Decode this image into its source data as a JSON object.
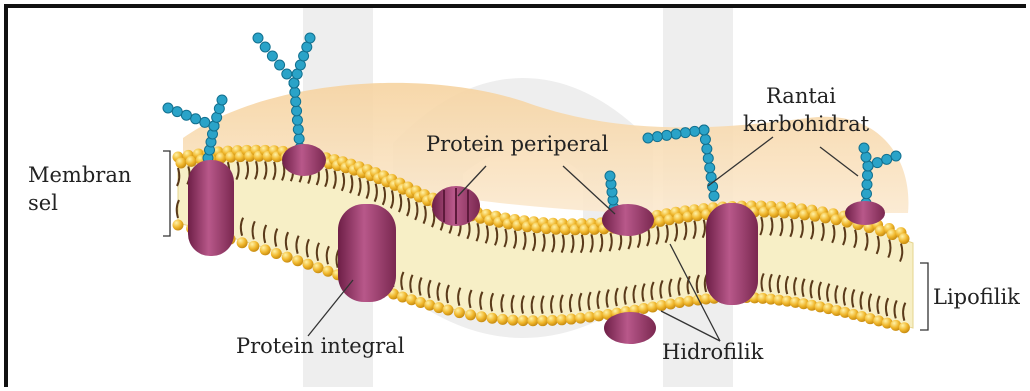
{
  "labels": {
    "membran_line1": "Membran",
    "membran_line2": "sel",
    "rantai_line1": "Rantai",
    "rantai_line2": "karbohidrat",
    "protein_periperal": "Protein periperal",
    "protein_integral": "Protein integral",
    "hidrofilik": "Hidrofilik",
    "lipofilik": "Lipofilik"
  },
  "colors": {
    "head": "#f0b72c",
    "head_dark": "#c98d12",
    "tail": "#5a3a1a",
    "band": "#f7efc6",
    "sheet": "#f4c78a",
    "protein": "#8a2f5c",
    "protein_light": "#b8588a",
    "sugar": "#2aa3c8",
    "watermark": "#ececec"
  }
}
